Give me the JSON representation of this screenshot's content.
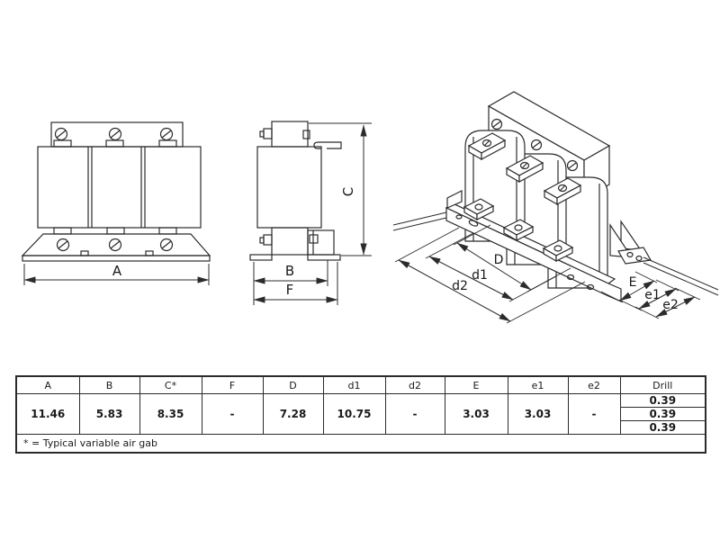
{
  "drawing": {
    "front_view": {
      "dim_a": "A"
    },
    "side_view": {
      "dim_b": "B",
      "dim_c": "C",
      "dim_f": "F"
    },
    "iso_view": {
      "dim_d": "D",
      "dim_d1": "d1",
      "dim_d2": "d2",
      "dim_e": "E",
      "dim_e1": "e1",
      "dim_e2": "e2"
    }
  },
  "table": {
    "headers": [
      "A",
      "B",
      "C*",
      "F",
      "D",
      "d1",
      "d2",
      "E",
      "e1",
      "e2",
      "Drill"
    ],
    "values": [
      "11.46",
      "5.83",
      "8.35",
      "-",
      "7.28",
      "10.75",
      "-",
      "3.03",
      "3.03",
      "-"
    ],
    "drill_values": [
      "0.39",
      "0.39",
      "0.39"
    ],
    "footnote": "* = Typical variable air gab"
  },
  "colors": {
    "line": "#2b2b2b",
    "background": "#ffffff"
  }
}
